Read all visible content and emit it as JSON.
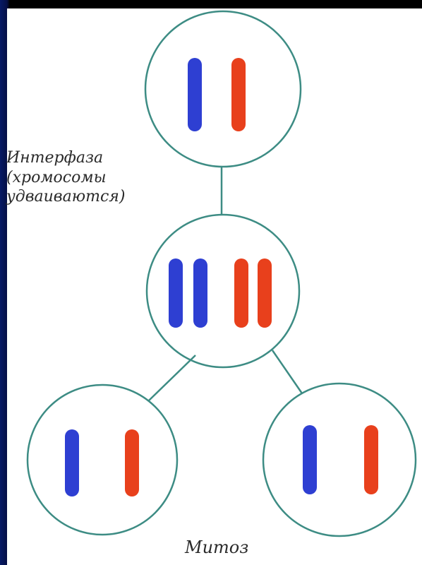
{
  "labels": {
    "interphase_lines": [
      "Интерфаза",
      "(хромосомы",
      "удваиваются)"
    ],
    "mitosis": "Митоз"
  },
  "colors": {
    "background": "#000000",
    "page_edge": "#071a66",
    "panel": "#ffffff",
    "cell_outline": "#3d8c84",
    "chromosome_blue": "#2e3fd2",
    "chromosome_red": "#e8401c"
  },
  "cells": [
    {
      "name": "parent-cell",
      "stage": "interphase",
      "chromosomes": [
        "blue",
        "red"
      ]
    },
    {
      "name": "duplicated-cell",
      "stage": "after-replication",
      "chromosomes": [
        "blue",
        "blue",
        "red",
        "red"
      ]
    },
    {
      "name": "daughter-cell-left",
      "stage": "mitosis-product",
      "chromosomes": [
        "blue",
        "red"
      ]
    },
    {
      "name": "daughter-cell-right",
      "stage": "mitosis-product",
      "chromosomes": [
        "blue",
        "red"
      ]
    }
  ]
}
